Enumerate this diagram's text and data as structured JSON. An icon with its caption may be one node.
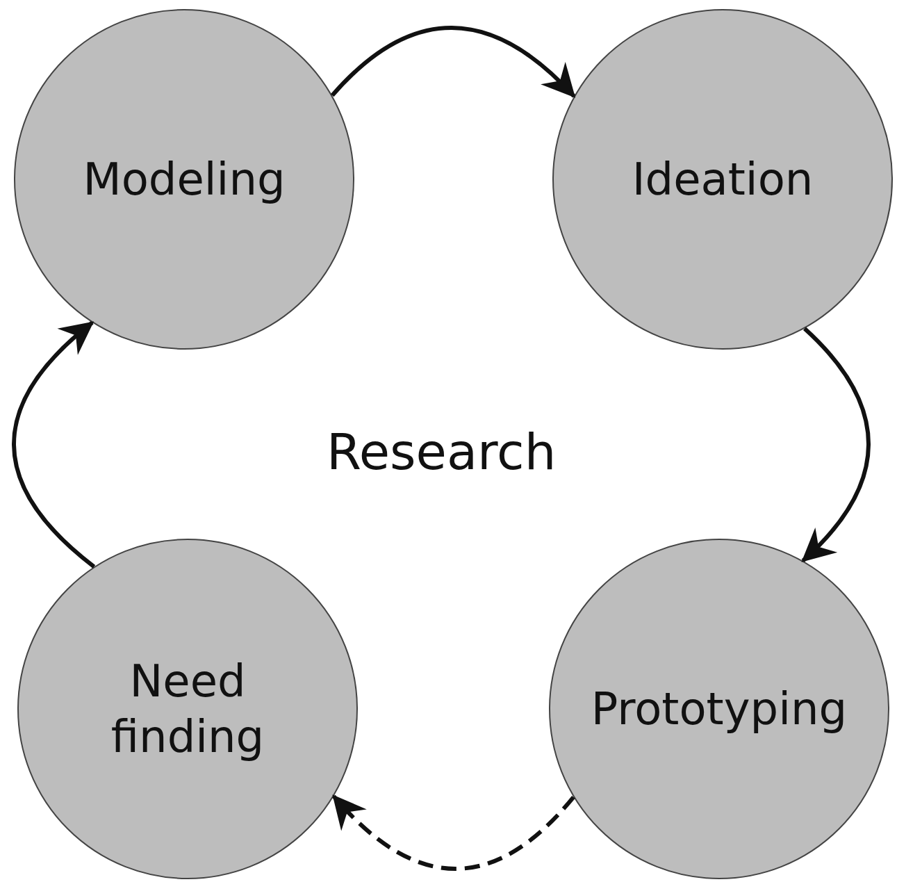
{
  "diagram": {
    "nodes": [
      {
        "text": [
          "Modeling"
        ]
      },
      {
        "text": [
          "Ideation"
        ]
      },
      {
        "text": [
          "Prototyping"
        ]
      },
      {
        "text": [
          "Need finding"
        ]
      }
    ],
    "edges": [
      {
        "from": 0,
        "to": 1,
        "arrow": "to"
      },
      {
        "from": 1,
        "to": 2,
        "arrow": "to"
      },
      {
        "from": 2,
        "to": 3,
        "arrow": "to",
        "style": "dashed"
      },
      {
        "from": 3,
        "to": 0,
        "arrow": "to"
      }
    ],
    "labels": [
      "Research"
    ]
  }
}
